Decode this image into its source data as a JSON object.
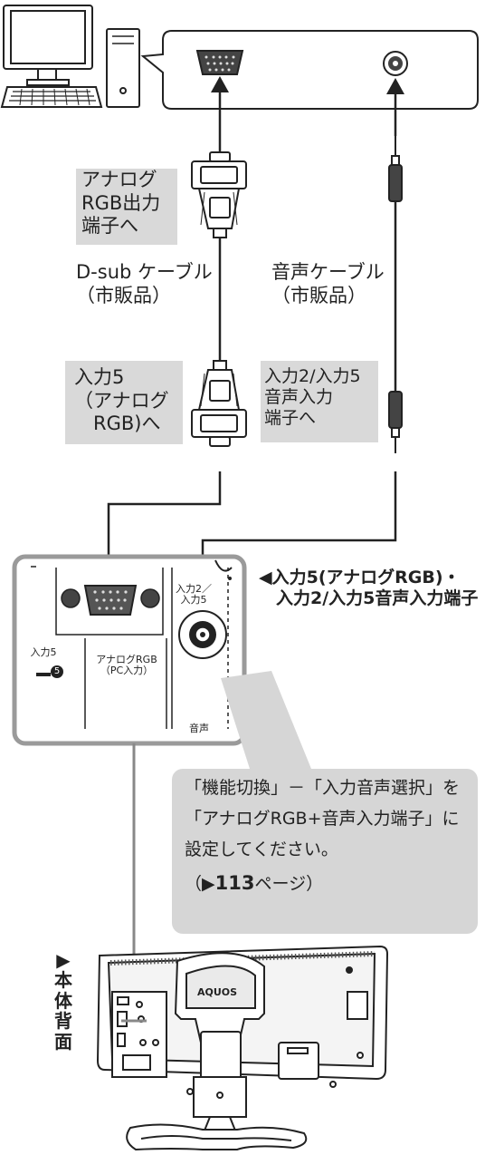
{
  "labels": {
    "analog_rgb_out": "アナログ\nRGB出力\n端子へ",
    "dsub_cable": "D-sub ケーブル\n（市販品）",
    "audio_cable": "音声ケーブル\n（市販品）",
    "input5_analog": "入力5\n（アナログ\n　RGB)へ",
    "input2_5_audio": "入力2/入力5\n音声入力\n端子へ",
    "terminal_title": "◀入力5(アナログRGB)・\n　入力2/入力5音声入力端子",
    "panel_input5": "入力5",
    "panel_badge": "5",
    "panel_analog_rgb": "アナログRGB\n（PC入力）",
    "panel_input_2_5": "入力2／\n入力5",
    "panel_audio": "音声",
    "brand_logo": "AQUOS",
    "rear_view": "▶本体背面"
  },
  "callout": {
    "line1": "「機能切換」－「入力音声選択」を",
    "line2": "「アナログRGB+音声入力端子」に",
    "line3": "設定してください。",
    "page_prefix": "（▶",
    "page_number": "113",
    "page_suffix": "ページ）"
  },
  "colors": {
    "label_bg": "#d9d9d9",
    "callout_bg": "#d6d6d6",
    "line": "#222222",
    "frame": "#9a9a9a"
  }
}
